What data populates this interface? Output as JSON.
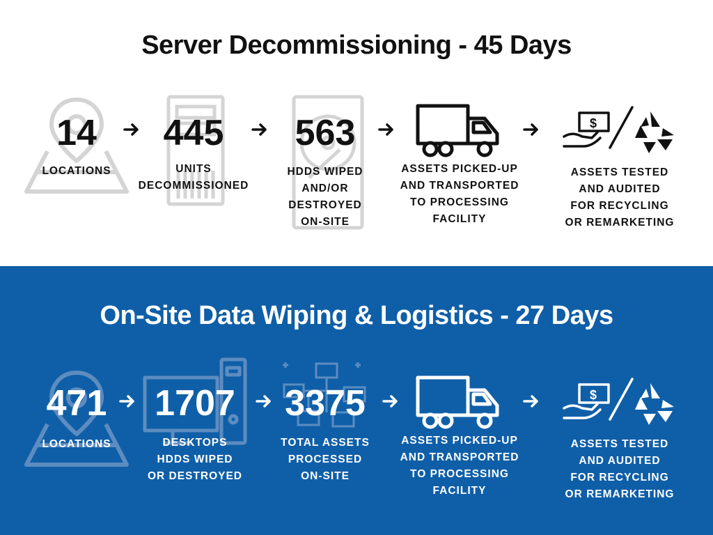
{
  "top": {
    "title": "Server Decommissioning - 45 Days",
    "steps": [
      {
        "number": "14",
        "label": "LOCATIONS",
        "icon": "map-pin-icon"
      },
      {
        "number": "445",
        "label": "UNITS\nDECOMMISSIONED",
        "icon": "server-icon"
      },
      {
        "number": "563",
        "label": "HDDS WIPED\nAND/OR\nDESTROYED\nON-SITE",
        "icon": "hard-drive-icon"
      },
      {
        "number": "",
        "label": "ASSETS PICKED-UP\nAND TRANSPORTED\nTO PROCESSING\nFACILITY",
        "icon": "truck-icon"
      },
      {
        "number": "",
        "label": "ASSETS TESTED\nAND AUDITED\nFOR RECYCLING\nOR REMARKETING",
        "icon": "cash-recycle-icon"
      }
    ]
  },
  "bottom": {
    "title": "On-Site Data Wiping & Logistics - 27 Days",
    "steps": [
      {
        "number": "471",
        "label": "LOCATIONS",
        "icon": "map-pin-icon"
      },
      {
        "number": "1707",
        "label": "DESKTOPS\nHDDS WIPED\nOR DESTROYED",
        "icon": "desktop-icon"
      },
      {
        "number": "3375",
        "label": "TOTAL ASSETS\nPROCESSED\nON-SITE",
        "icon": "network-icon"
      },
      {
        "number": "",
        "label": "ASSETS PICKED-UP\nAND TRANSPORTED\nTO PROCESSING\nFACILITY",
        "icon": "truck-icon"
      },
      {
        "number": "",
        "label": "ASSETS TESTED\nAND AUDITED\nFOR RECYCLING\nOR REMARKETING",
        "icon": "cash-recycle-icon"
      }
    ]
  },
  "colors": {
    "blue_band": "#0f5fa8",
    "text_dark": "#111111",
    "faint_icon": "#d0d0d0"
  }
}
